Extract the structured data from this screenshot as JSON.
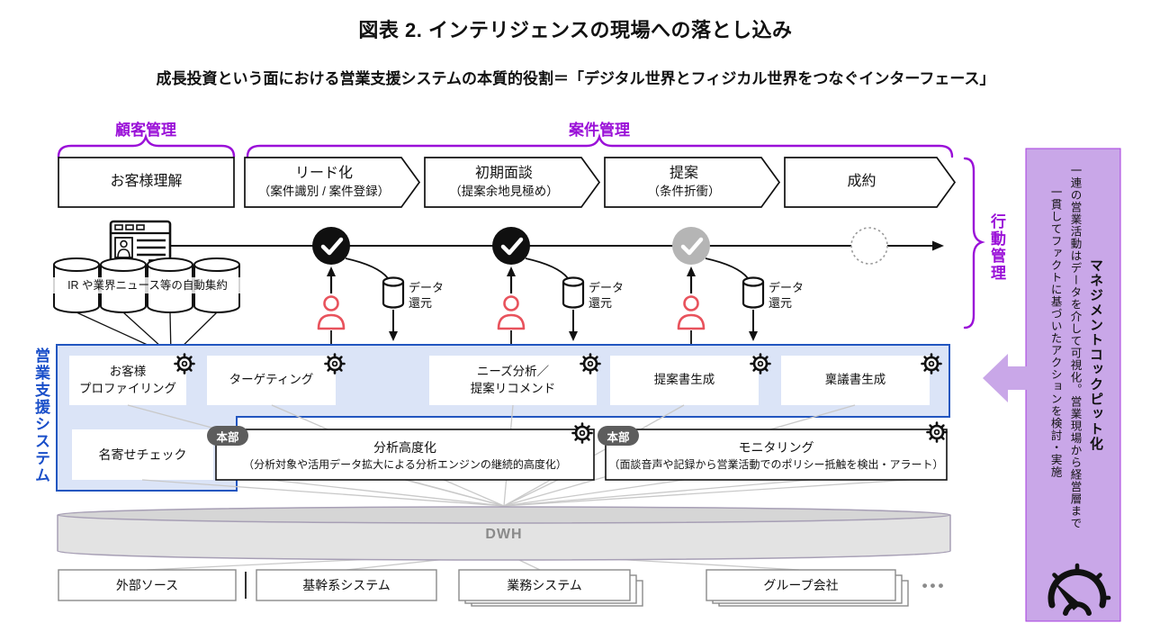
{
  "title": "図表 2. インテリジェンスの現場への落とし込み",
  "subtitle": "成長投資という面における営業支援システムの本質的役割＝「デジタル世界とフィジカル世界をつなぐインターフェース」",
  "sections": {
    "customer_mgmt": "顧客管理",
    "case_mgmt": "案件管理",
    "behavior_mgmt": "行動管理",
    "sales_system": "営業支援システム"
  },
  "flow_stages": [
    {
      "label": "お客様理解",
      "sub": ""
    },
    {
      "label": "リード化",
      "sub": "（案件識別 / 案件登録）"
    },
    {
      "label": "初期面談",
      "sub": "（提案余地見極め）"
    },
    {
      "label": "提案",
      "sub": "（条件折衝）"
    },
    {
      "label": "成約",
      "sub": ""
    }
  ],
  "timeline": {
    "data_return": "データ\n還元",
    "ir_note": "IR や業界ニュース等の自動集約",
    "checkpoints": [
      "done",
      "done",
      "done-muted",
      "pending"
    ]
  },
  "system_boxes": [
    {
      "line1": "お客様",
      "line2": "プロファイリング"
    },
    {
      "line1": "ターゲティング",
      "line2": ""
    },
    {
      "line1": "ニーズ分析／",
      "line2": "提案リコメンド"
    },
    {
      "line1": "提案書生成",
      "line2": ""
    },
    {
      "line1": "稟議書生成",
      "line2": ""
    }
  ],
  "sub_system": {
    "name_check": "名寄せチェック",
    "hq_badge": "本部",
    "analysis_title": "分析高度化",
    "analysis_sub": "（分析対象や活用データ拡大による分析エンジンの継続的高度化）",
    "monitoring_title": "モニタリング",
    "monitoring_sub": "（面談音声や記録から営業活動でのポリシー抵触を検出・アラート）"
  },
  "dwh_label": "DWH",
  "sources": [
    {
      "label": "外部ソース",
      "stacked": false
    },
    {
      "label": "基幹系システム",
      "stacked": false
    },
    {
      "label": "業務システム",
      "stacked": true
    },
    {
      "label": "グループ会社",
      "stacked": true
    }
  ],
  "ellipsis": "•••",
  "management_panel": {
    "title": "マネジメントコックピット化",
    "desc1": "一連の営業活動はデータを介して可視化。営業現場から経営層まで",
    "desc2": "一貫してファクトに基づいたアクションを検討・実施"
  },
  "colors": {
    "accent_purple": "#9a10d8",
    "panel_lavender": "#c9a7e8",
    "blue_label": "#1a4fc9",
    "blue_border": "#2256c0",
    "blue_fill": "#dbe4f7",
    "person_red": "#e8525c",
    "done_black": "#101010",
    "done_gray": "#b5b5b5"
  }
}
